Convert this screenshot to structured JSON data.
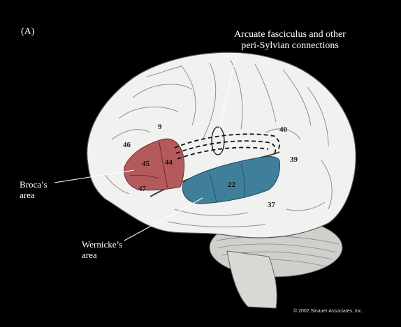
{
  "panel_label": "(A)",
  "arcuate_label": {
    "line1": "Arcuate fasciculus and other",
    "line2": "peri-Sylvian connections"
  },
  "broca_label": {
    "line1": "Broca’s",
    "line2": "area"
  },
  "wernicke_label": {
    "line1": "Wernicke’s",
    "line2": "area"
  },
  "copyright": "© 2002 Sinauer Associates, Inc.",
  "area_numbers": {
    "a9": "9",
    "a46": "46",
    "a45": "45",
    "a44": "44",
    "a47": "47",
    "a22": "22",
    "a40": "40",
    "a39": "39",
    "a37": "37"
  },
  "colors": {
    "background": "#000000",
    "broca": "#b45a5c",
    "wernicke": "#3f7f9a",
    "brain": "#f1f1ef"
  }
}
